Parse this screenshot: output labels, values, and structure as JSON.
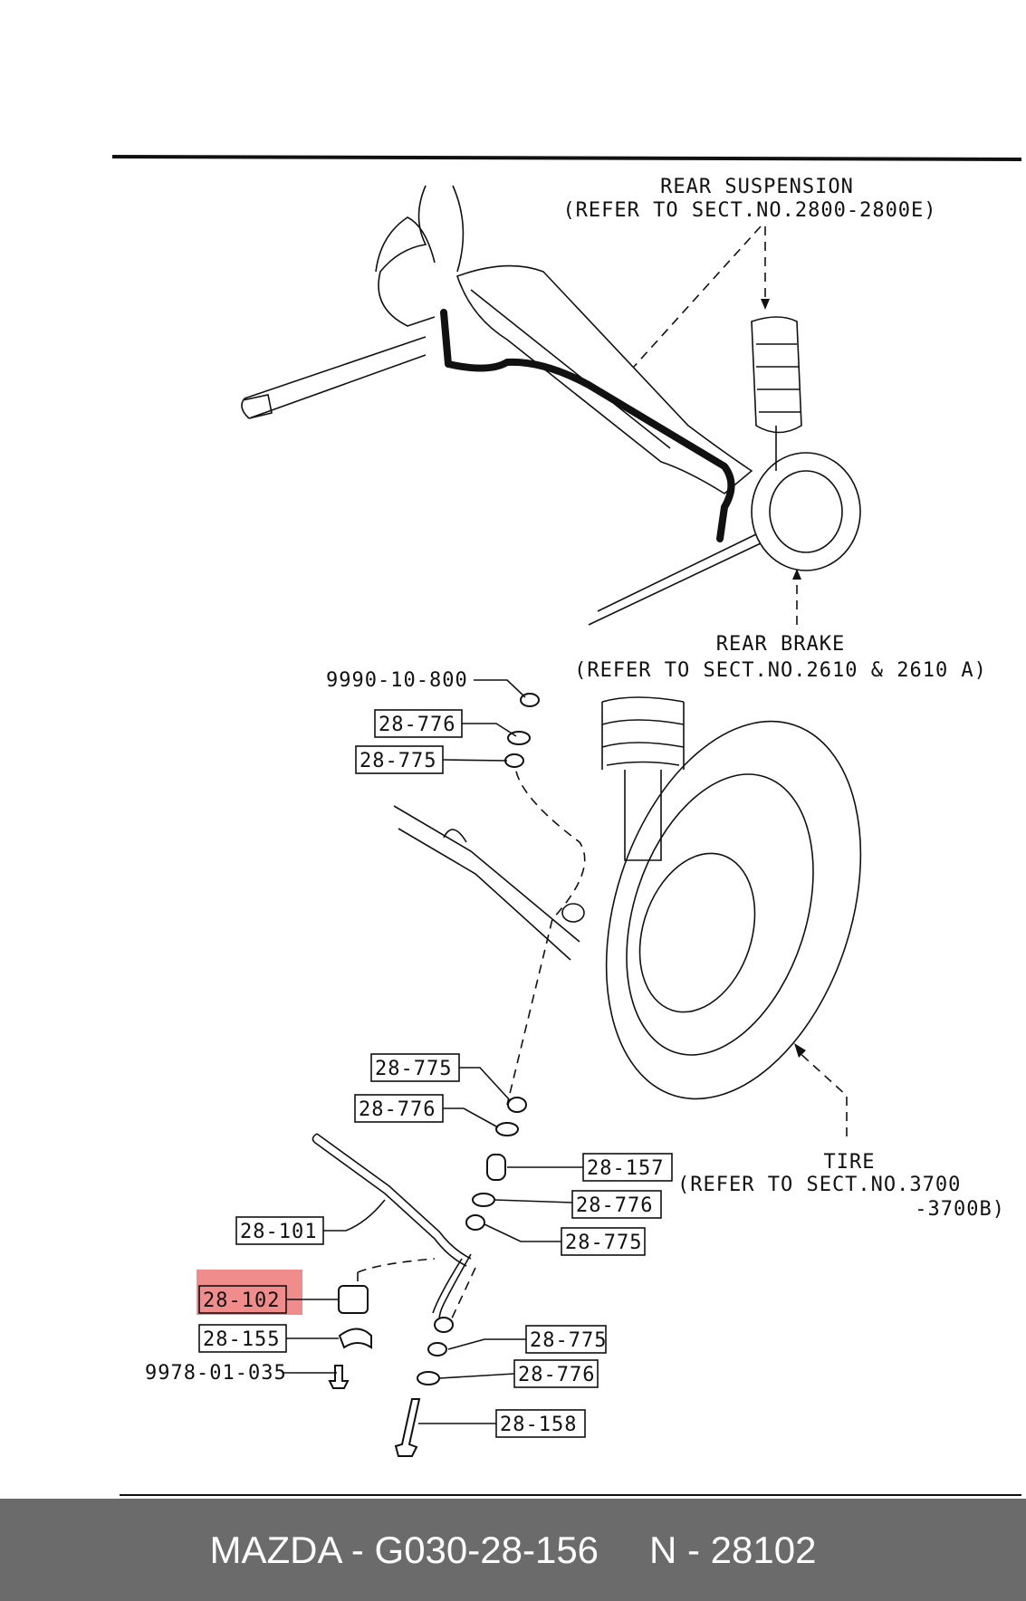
{
  "callouts": {
    "rear_suspension": [
      "REAR SUSPENSION",
      "(REFER TO SECT.NO.2800-2800E)"
    ],
    "rear_brake": [
      "REAR BRAKE",
      "(REFER TO SECT.NO.2610 & 2610 A)"
    ],
    "tire": [
      "TIRE",
      "(REFER TO SECT.NO.3700",
      "-3700B)"
    ]
  },
  "part_labels": [
    {
      "id": "9990-10-800",
      "boxed": false,
      "highlighted": false
    },
    {
      "id": "28-776",
      "boxed": true,
      "highlighted": false
    },
    {
      "id": "28-775",
      "boxed": true,
      "highlighted": false
    },
    {
      "id": "28-775",
      "boxed": true,
      "highlighted": false
    },
    {
      "id": "28-776",
      "boxed": true,
      "highlighted": false
    },
    {
      "id": "28-157",
      "boxed": true,
      "highlighted": false
    },
    {
      "id": "28-776",
      "boxed": true,
      "highlighted": false
    },
    {
      "id": "28-101",
      "boxed": true,
      "highlighted": false
    },
    {
      "id": "28-775",
      "boxed": true,
      "highlighted": false
    },
    {
      "id": "28-102",
      "boxed": true,
      "highlighted": true
    },
    {
      "id": "28-155",
      "boxed": true,
      "highlighted": false
    },
    {
      "id": "28-775",
      "boxed": true,
      "highlighted": false
    },
    {
      "id": "9978-01-035",
      "boxed": false,
      "highlighted": false
    },
    {
      "id": "28-776",
      "boxed": true,
      "highlighted": false
    },
    {
      "id": "28-158",
      "boxed": true,
      "highlighted": false
    }
  ],
  "colors": {
    "highlight": "#f08080",
    "footer_bg": "#6b6b6b",
    "footer_text": "#ffffff"
  },
  "footer": {
    "part_info": "MAZDA - G030-28-156",
    "number_info": "N - 28102"
  }
}
